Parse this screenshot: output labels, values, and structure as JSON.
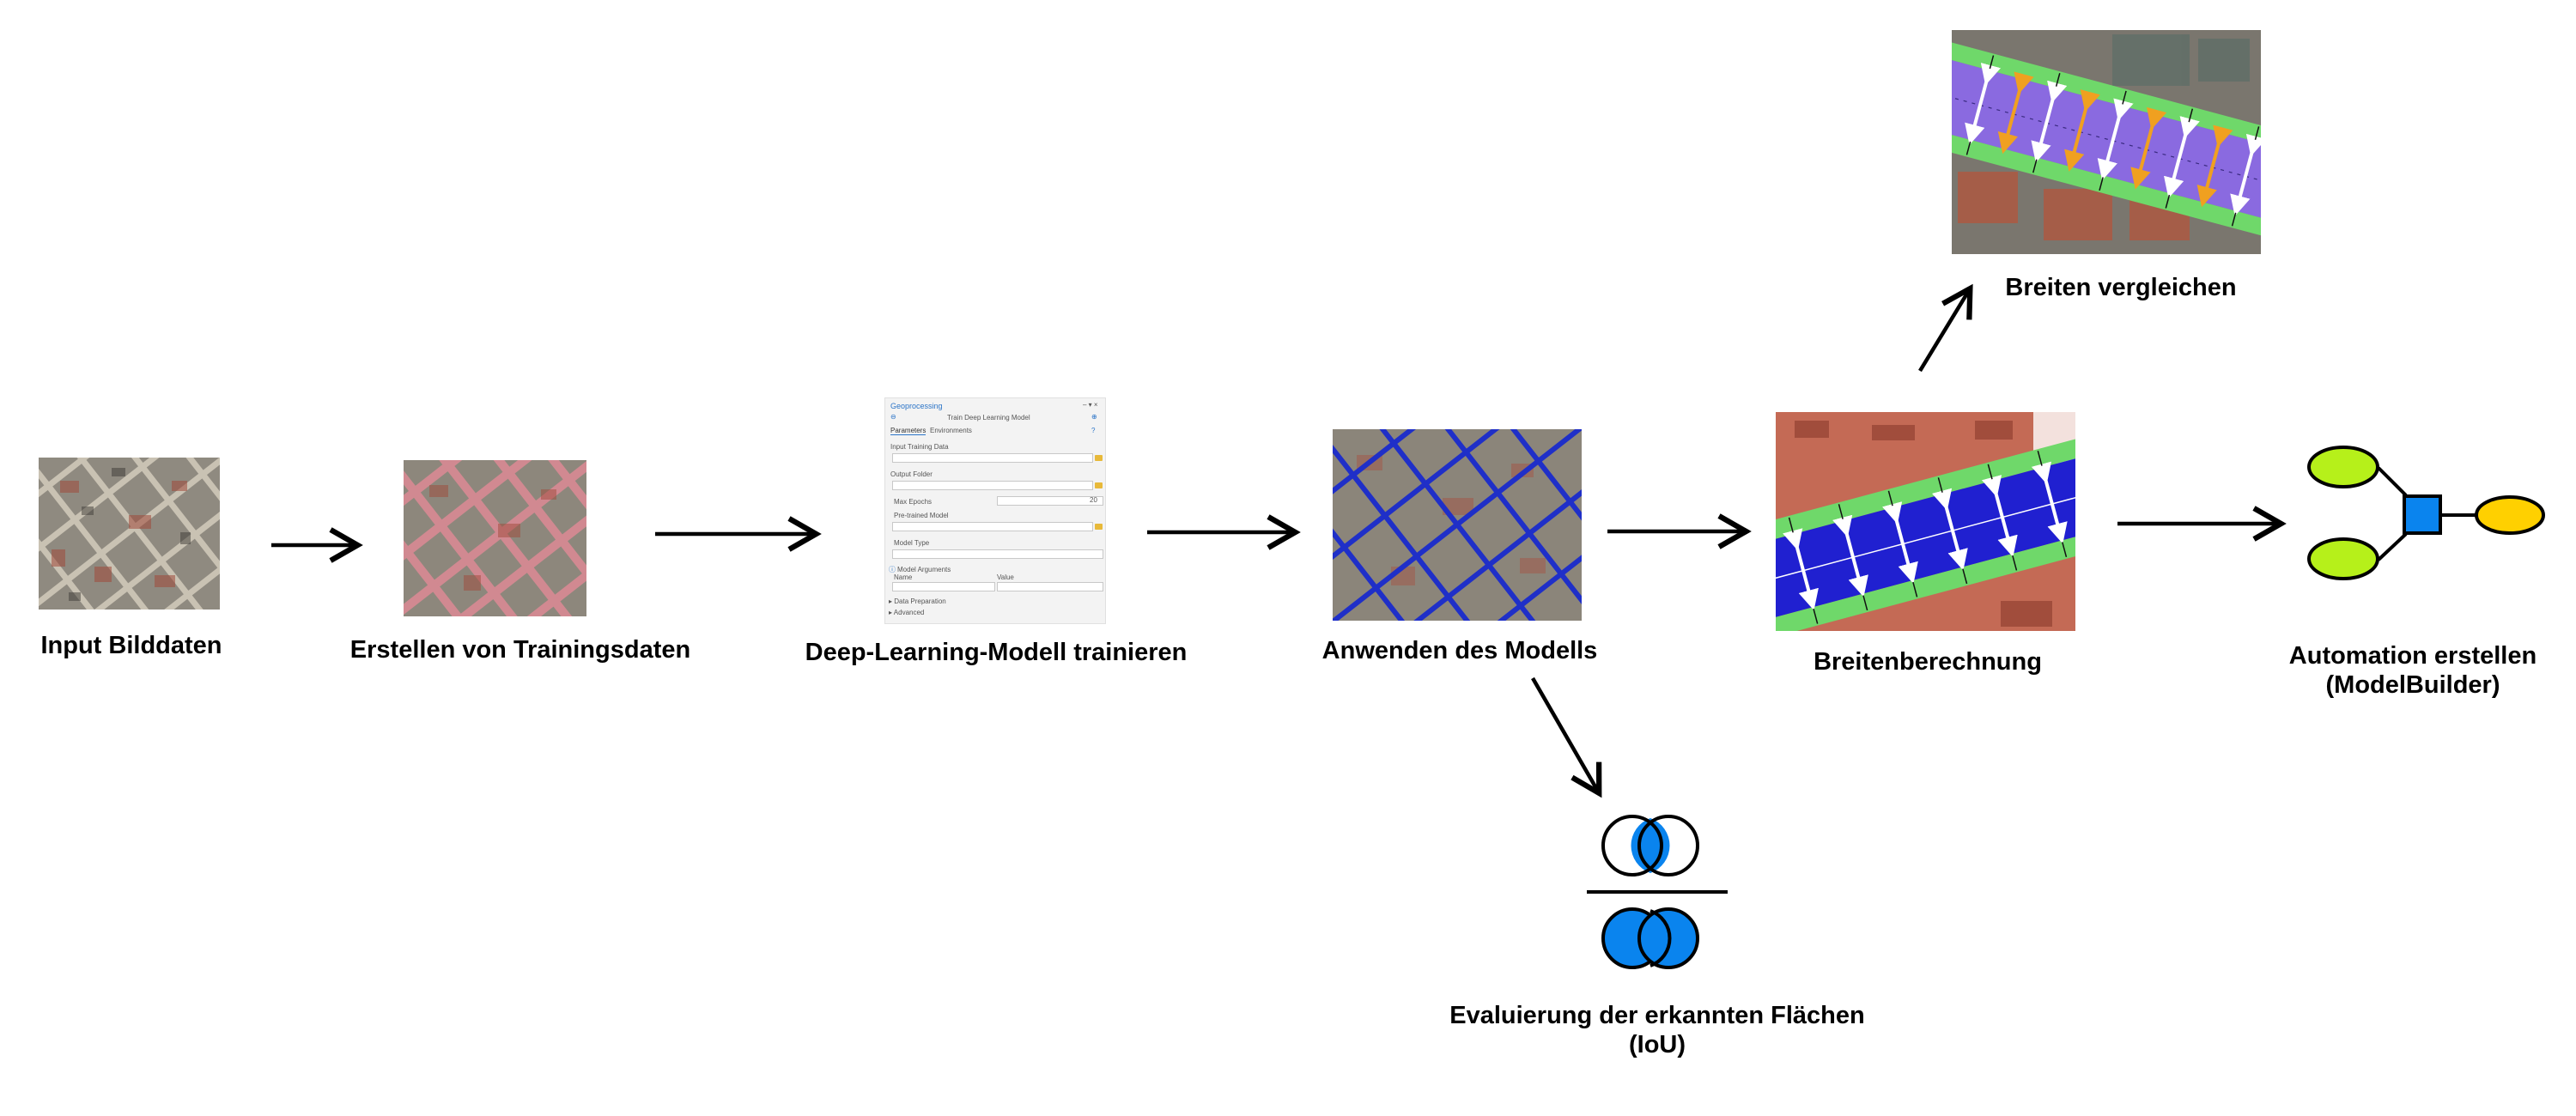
{
  "steps": {
    "input": "Input Bilddaten",
    "training_data": "Erstellen von Trainingsdaten",
    "train_model": "Deep-Learning-Modell trainieren",
    "apply_model": "Anwenden des Modells",
    "width_calc": "Breitenberechnung",
    "compare_width_label": "Breiten vergleichen",
    "evaluation_line1": "Evaluierung der erkannten Flächen",
    "evaluation_line2": "(IoU)",
    "automation_line1": "Automation erstellen",
    "automation_line2": "(ModelBuilder)"
  },
  "geoprocessing_panel": {
    "title": "Geoprocessing",
    "tool_name": "Train Deep Learning Model",
    "tab_parameters": "Parameters",
    "tab_environments": "Environments",
    "input_training_data": "Input Training Data",
    "output_folder": "Output Folder",
    "max_epochs": "Max Epochs",
    "max_epochs_value": "20",
    "pretrained_model": "Pre-trained Model",
    "model_type": "Model Type",
    "model_arguments": "Model Arguments",
    "col_name": "Name",
    "col_value": "Value",
    "data_preparation": "Data Preparation",
    "advanced": "Advanced"
  },
  "colors": {
    "arrow": "#000000",
    "road_pink": "#d98a94",
    "road_blue": "#1f2fc8",
    "road_fill_blue": "#2020d0",
    "road_fill_purple": "#8a6ae0",
    "border_green": "#6fd86a",
    "orange_arrow": "#f0a020",
    "iou_blue": "#0a84ee",
    "mb_green": "#b6f01a",
    "mb_yellow": "#ffd000",
    "mb_blue": "#0a84ee"
  }
}
